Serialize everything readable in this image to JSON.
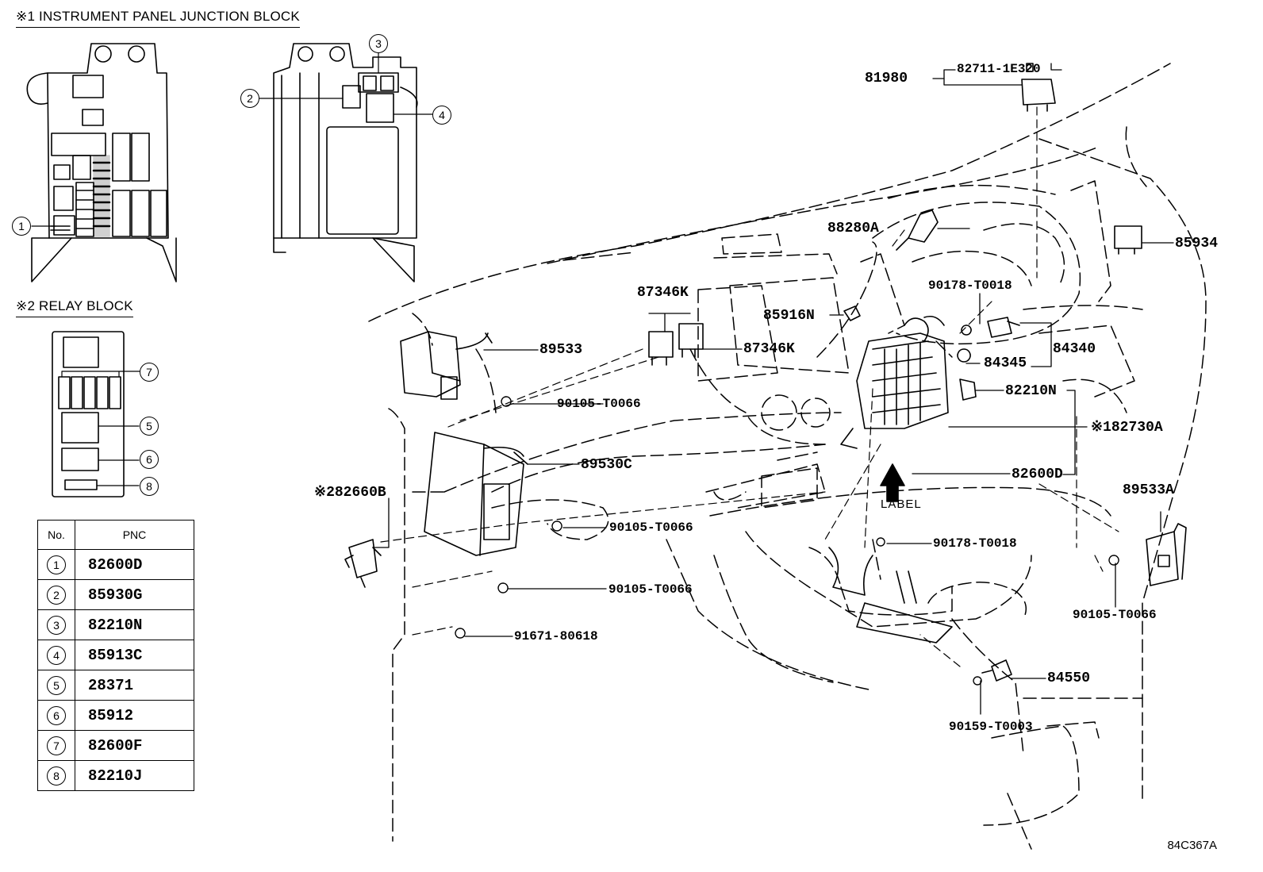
{
  "headers": {
    "junction_block": "※1 INSTRUMENT PANEL JUNCTION BLOCK",
    "relay_block": "※2 RELAY BLOCK"
  },
  "callouts": {
    "c1": "1",
    "c2": "2",
    "c3": "3",
    "c4": "4",
    "c5": "5",
    "c6": "6",
    "c7": "7",
    "c8": "8"
  },
  "table": {
    "headers": [
      "No.",
      "PNC"
    ],
    "rows": [
      {
        "no": "1",
        "pnc": "82600D"
      },
      {
        "no": "2",
        "pnc": "85930G"
      },
      {
        "no": "3",
        "pnc": "82210N"
      },
      {
        "no": "4",
        "pnc": "85913C"
      },
      {
        "no": "5",
        "pnc": "28371"
      },
      {
        "no": "6",
        "pnc": "85912"
      },
      {
        "no": "7",
        "pnc": "82600F"
      },
      {
        "no": "8",
        "pnc": "82210J"
      }
    ]
  },
  "labels": {
    "p81980": "81980",
    "p82711": "82711-1E320",
    "p88280A": "88280A",
    "p85934": "85934",
    "p87346K_a": "87346K",
    "p85916N": "85916N",
    "p90178_a": "90178-T0018",
    "p89533": "89533",
    "p87346K_b": "87346K",
    "p84345": "84345",
    "p84340": "84340",
    "p90105_a": "90105-T0066",
    "p82210N": "82210N",
    "p82730A": "※182730A",
    "p89530C": "89530C",
    "p82600D": "82600D",
    "p82660B": "※282660B",
    "label_text": "LABEL",
    "p89533A": "89533A",
    "p90105_b": "90105-T0066",
    "p90178_b": "90178-T0018",
    "p90105_c": "90105-T0066",
    "p90105_d": "90105-T0066",
    "p91671": "91671-80618",
    "p84550": "84550",
    "p90159": "90159-T0003"
  },
  "figure_ref": "84C367A"
}
